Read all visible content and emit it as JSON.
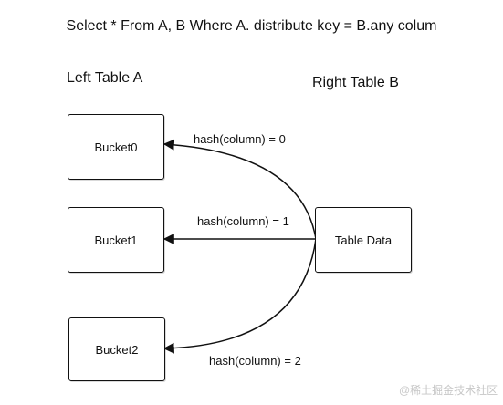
{
  "title": "Select * From A, B Where A. distribute key = B.any colum",
  "left_header": "Left Table A",
  "right_header": "Right Table B",
  "buckets": [
    "Bucket0",
    "Bucket1",
    "Bucket2"
  ],
  "source_box": "Table Data",
  "edges": [
    "hash(column) = 0",
    "hash(column) = 1",
    "hash(column) = 2"
  ],
  "watermark": "@稀土掘金技术社区",
  "colors": {
    "line": "#111111",
    "background": "#ffffff",
    "watermark": "#c7c7c7"
  }
}
